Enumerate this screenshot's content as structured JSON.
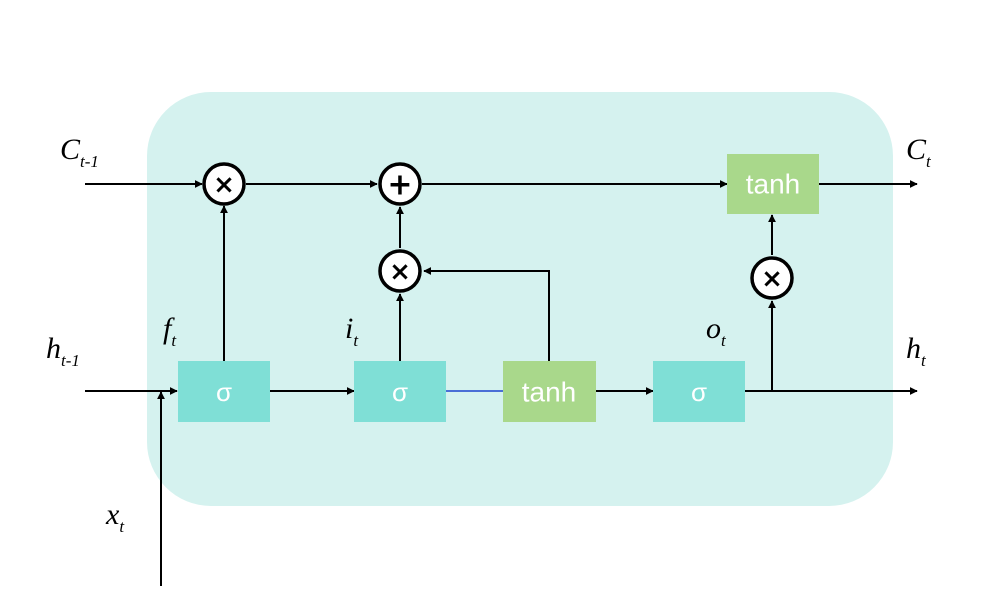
{
  "colors": {
    "cell_background": "#d5f2ef",
    "sigma_gate": "#7fdfd6",
    "tanh_gate": "#a9d88b",
    "gate_text": "#ffffff",
    "line": "#000000",
    "link_line": "#4a6fd6"
  },
  "labels": {
    "c_prev": {
      "base": "C",
      "sub": "t-1"
    },
    "c_t": {
      "base": "C",
      "sub": "t"
    },
    "h_prev": {
      "base": "h",
      "sub": "t-1"
    },
    "h_t": {
      "base": "h",
      "sub": "t"
    },
    "x_t": {
      "base": "x",
      "sub": "t"
    },
    "f_t": {
      "base": "f",
      "sub": "t"
    },
    "i_t": {
      "base": "i",
      "sub": "t"
    },
    "o_t": {
      "base": "o",
      "sub": "t"
    }
  },
  "gates": {
    "forget": "σ",
    "input": "σ",
    "candidate": "tanh",
    "output": "σ",
    "cell_tanh": "tanh"
  },
  "operators": {
    "forget_multiply": "×",
    "cell_add": "+",
    "input_multiply": "×",
    "output_multiply": "×"
  }
}
